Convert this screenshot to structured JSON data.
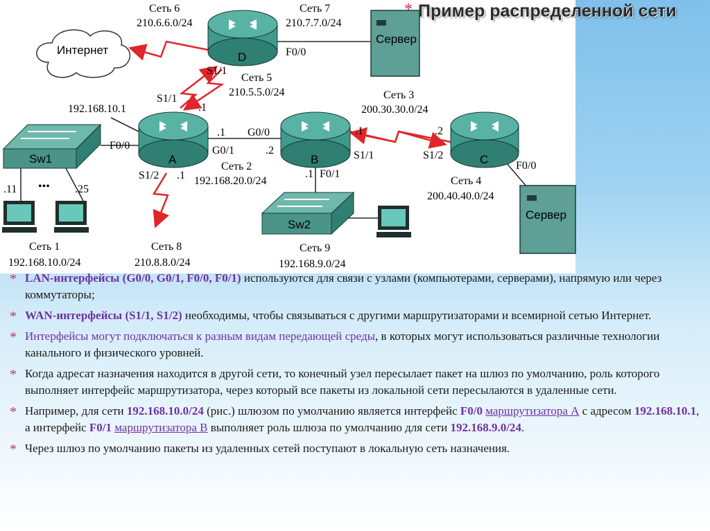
{
  "title": "Пример распределенной сети",
  "diagram": {
    "internet": "Интернет",
    "server_top": "Сервер",
    "server_right": "Сервер",
    "routers": {
      "a": "A",
      "b": "B",
      "c": "C",
      "d": "D"
    },
    "switches": {
      "sw1": "Sw1",
      "sw2": "Sw2"
    },
    "labels": {
      "net6": "Сеть 6",
      "net6_ip": "210.6.6.0/24",
      "net7": "Сеть 7",
      "net7_ip": "210.7.7.0/24",
      "d_f00": "F0/0",
      "d_s11": "S1/1",
      "net5": "Сеть 5",
      "net5_ip": "210.5.5.0/24",
      "a_s11": "S1/1",
      "a_dot1_top": ".1",
      "ip_gw": "192.168.10.1",
      "a_f00": "F0/0",
      "a_dot1_right": ".1",
      "a_g01": "G0/1",
      "b_g00": "G0/0",
      "b_dot2": ".2",
      "net3": "Сеть 3",
      "net3_ip": "200.30.30.0/24",
      "b_dot1": ".1",
      "c_dot2": ".2",
      "b_s11": "S1/1",
      "c_s12": "S1/2",
      "net2": "Сеть 2",
      "net2_ip": "192.168.20.0/24",
      "a_s12": "S1/2",
      "a_dot1_bottom": ".1",
      "b_dot1_bottom": ".1",
      "b_f01": "F0/1",
      "c_f00": "F0/0",
      "net4": "Сеть 4",
      "net4_ip": "200.40.40.0/24",
      "host11": ".11",
      "dots": "•••",
      "host25": ".25",
      "net1": "Сеть 1",
      "net1_ip": "192.168.10.0/24",
      "net8": "Сеть 8",
      "net8_ip": "210.8.8.0/24",
      "net9": "Сеть 9",
      "net9_ip": "192.168.9.0/24"
    }
  },
  "bullets": {
    "b1": {
      "hl": "LAN-интерфейсы (G0/0, G0/1, F0/0, F0/1)",
      "text": " используются для связи с узлами (компьютерами, серверами), напрямую или через коммутаторы;"
    },
    "b2": {
      "hl": "WAN-интерфейсы (S1/1, S1/2)",
      "text": " необходимы, чтобы связываться с другими маршрутизаторами и всемирной сетью Интернет."
    },
    "b3": {
      "hl": "Интерфейсы могут подключаться к разным видам передающей среды",
      "text": ", в которых могут использоваться различные технологии канального и физического уровней."
    },
    "b4": {
      "text": "Когда адресат назначения находится в другой сети, то конечный узел пересылает пакет на шлюз по умолчанию, роль которого выполняет интерфейс маршрутизатора, через который все пакеты из локальной сети пересылаются в удаленные сети."
    },
    "b5": {
      "t1": "Например, для сети ",
      "net1": "192.168.10.0/24",
      "t2": " (рис.) шлюзом по умолчанию является интерфейс ",
      "if1": "F0/0",
      "link1": "маршрутизатора А",
      "t3": " с адресом ",
      "ip1": "192.168.10.1",
      "t4": ", а интерфейс ",
      "if2": "F0/1",
      "link2": "маршрутизатора В",
      "t5": " выполняет роль шлюза по умолчанию для сети ",
      "net2": "192.168.9.0/24",
      "t6": "."
    },
    "b6": {
      "text": "Через шлюз по умолчанию пакеты из удаленных сетей поступают в локальную сеть назначения."
    }
  },
  "colors": {
    "accent": "#c0306a",
    "highlight": "#7030a0",
    "router": "#3f9a8c",
    "device": "#5a9e94",
    "wan_link": "#e0252b"
  }
}
